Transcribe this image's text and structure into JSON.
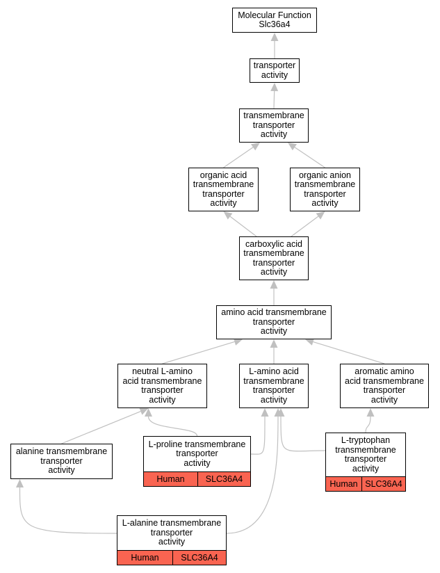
{
  "colors": {
    "edge": "#c0c0c0",
    "node_border": "#000000",
    "node_fill": "#ffffff",
    "annotation_fill": "#f96451"
  },
  "nodes": {
    "root": {
      "label": "Molecular Function\nSlc36a4"
    },
    "transporter": {
      "label": "transporter\nactivity"
    },
    "tm_transporter": {
      "label": "transmembrane\ntransporter\nactivity"
    },
    "organic_acid": {
      "label": "organic acid\ntransmembrane\ntransporter\nactivity"
    },
    "organic_anion": {
      "label": "organic anion\ntransmembrane\ntransporter\nactivity"
    },
    "carboxylic_acid": {
      "label": "carboxylic acid\ntransmembrane\ntransporter\nactivity"
    },
    "amino_acid": {
      "label": "amino acid transmembrane\ntransporter\nactivity"
    },
    "neutral_l_amino": {
      "label": "neutral L-amino\nacid transmembrane\ntransporter\nactivity"
    },
    "l_amino_acid": {
      "label": "L-amino acid\ntransmembrane\ntransporter\nactivity"
    },
    "aromatic_amino": {
      "label": "aromatic amino\nacid transmembrane\ntransporter\nactivity"
    },
    "alanine": {
      "label": "alanine transmembrane\ntransporter\nactivity"
    },
    "l_proline": {
      "label": "L-proline transmembrane\ntransporter\nactivity",
      "species": "Human",
      "gene": "SLC36A4"
    },
    "l_tryptophan": {
      "label": "L-tryptophan\ntransmembrane\ntransporter\nactivity",
      "species": "Human",
      "gene": "SLC36A4"
    },
    "l_alanine": {
      "label": "L-alanine transmembrane\ntransporter\nactivity",
      "species": "Human",
      "gene": "SLC36A4"
    }
  },
  "edges": [
    {
      "from": "transporter",
      "to": "root"
    },
    {
      "from": "tm_transporter",
      "to": "transporter"
    },
    {
      "from": "organic_acid",
      "to": "tm_transporter"
    },
    {
      "from": "organic_anion",
      "to": "tm_transporter"
    },
    {
      "from": "carboxylic_acid",
      "to": "organic_acid"
    },
    {
      "from": "carboxylic_acid",
      "to": "organic_anion"
    },
    {
      "from": "amino_acid",
      "to": "carboxylic_acid"
    },
    {
      "from": "neutral_l_amino",
      "to": "amino_acid"
    },
    {
      "from": "l_amino_acid",
      "to": "amino_acid"
    },
    {
      "from": "aromatic_amino",
      "to": "amino_acid"
    },
    {
      "from": "alanine",
      "to": "neutral_l_amino"
    },
    {
      "from": "l_proline",
      "to": "neutral_l_amino"
    },
    {
      "from": "l_proline",
      "to": "l_amino_acid"
    },
    {
      "from": "l_tryptophan",
      "to": "l_amino_acid"
    },
    {
      "from": "l_tryptophan",
      "to": "aromatic_amino"
    },
    {
      "from": "l_alanine",
      "to": "alanine"
    },
    {
      "from": "l_alanine",
      "to": "l_amino_acid"
    }
  ]
}
